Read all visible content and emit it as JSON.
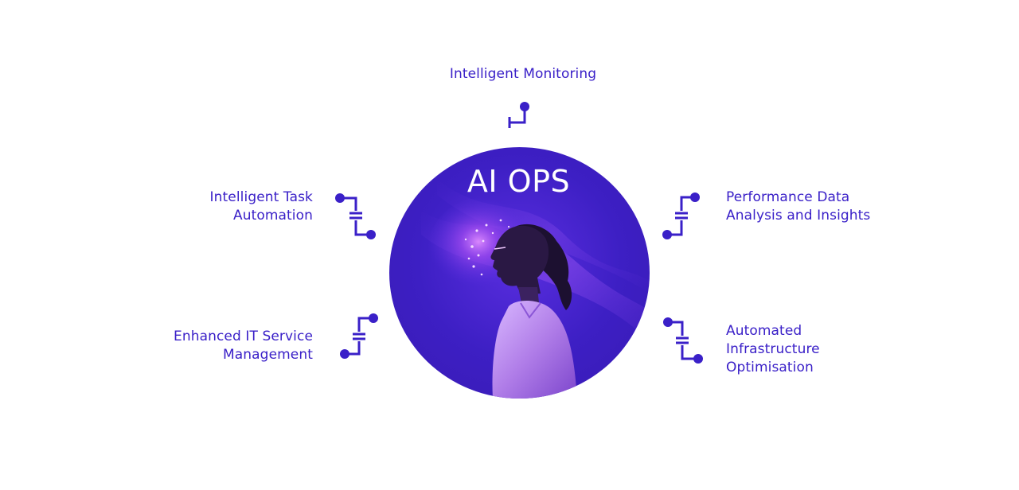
{
  "hub": {
    "title": "AI OPS"
  },
  "features": {
    "top": {
      "lines": [
        "Intelligent Monitoring"
      ]
    },
    "top_left": {
      "lines": [
        "Intelligent Task",
        "Automation"
      ]
    },
    "bottom_left": {
      "lines": [
        "Enhanced IT Service",
        "Management"
      ]
    },
    "top_right": {
      "lines": [
        "Performance Data",
        "Analysis and Insights"
      ]
    },
    "bottom_right": {
      "lines": [
        "Automated",
        "Infrastructure",
        "Optimisation"
      ]
    }
  },
  "colors": {
    "accent": "#3a20c8",
    "hub_bg": "#3d1fc4",
    "glow": "#a14af0"
  }
}
